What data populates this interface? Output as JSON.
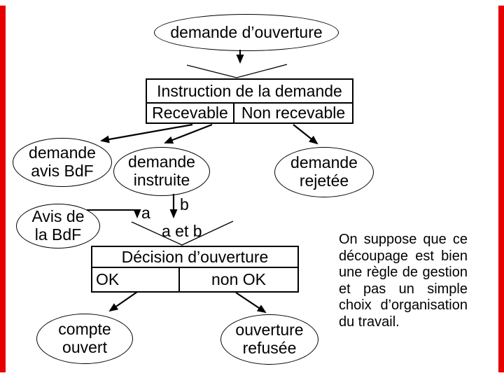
{
  "slide": {
    "background": "#ffffff",
    "accent_color": "#e60000"
  },
  "nodes": {
    "demande_ouverture": {
      "label": [
        "demande d’ouverture"
      ]
    },
    "demande_avis_bdf": {
      "label": [
        "demande",
        "avis BdF"
      ]
    },
    "demande_instruite": {
      "label": [
        "demande",
        "instruite"
      ]
    },
    "demande_rejetee": {
      "label": [
        "demande",
        "rejetée"
      ]
    },
    "avis_bdf": {
      "label": [
        "Avis de",
        "la BdF"
      ]
    },
    "compte_ouvert": {
      "label": [
        "compte",
        "ouvert"
      ]
    },
    "ouverture_refusee": {
      "label": [
        "ouverture",
        "refusée"
      ]
    }
  },
  "tables": {
    "instruction": {
      "header": "Instruction de la demande",
      "left_cell": "Recevable",
      "right_cell": "Non recevable"
    },
    "decision": {
      "header": "Décision d’ouverture",
      "left_cell": "OK",
      "right_cell": "non OK"
    }
  },
  "edge_labels": {
    "a": "a",
    "b": "b",
    "a_et_b": "a et b"
  },
  "note": {
    "lines": [
      "On suppose que ce",
      "découpage est bien",
      "une règle de gestion",
      "et pas un simple",
      "choix d’organisation",
      "du travail."
    ]
  }
}
